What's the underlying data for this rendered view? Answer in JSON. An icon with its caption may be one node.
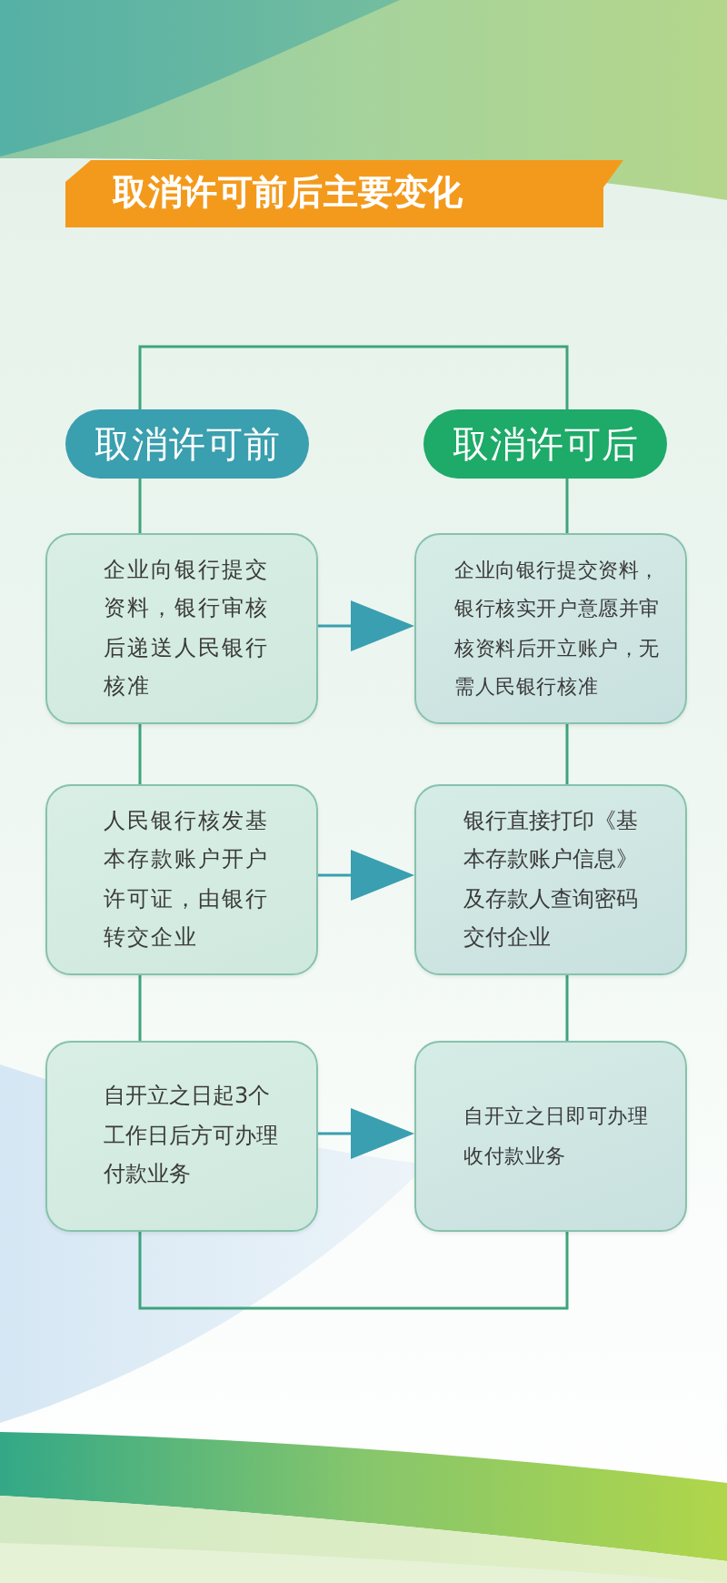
{
  "diagram": {
    "title": "取消许可前后主要变化",
    "nodes": [
      {
        "text": [
          "取消许可前"
        ]
      },
      {
        "text": [
          "取消许可后"
        ]
      },
      {
        "text": [
          "企业向银行提交资料，银行审核后递送人民银行核准"
        ]
      },
      {
        "text": [
          "企业向银行提交资料，银行核实开户意愿并审核资料后开立账户，无需人民银行核准"
        ]
      },
      {
        "text": [
          "人民银行核发基本存款账户开户许可证，由银行转交企业"
        ]
      },
      {
        "text": [
          "银行直接打印《基本存款账户信息》及存款人查询密码交付企业"
        ]
      },
      {
        "text": [
          "自开立之日起3个工作日后方可办理付款业务"
        ]
      },
      {
        "text": [
          "自开立之日即可办理收付款业务"
        ]
      }
    ],
    "edges": [
      {
        "from": 0,
        "to": 1,
        "arrow": "none"
      },
      {
        "from": 0,
        "to": 2,
        "arrow": "none"
      },
      {
        "from": 2,
        "to": 4,
        "arrow": "none"
      },
      {
        "from": 4,
        "to": 6,
        "arrow": "none"
      },
      {
        "from": 1,
        "to": 3,
        "arrow": "none"
      },
      {
        "from": 3,
        "to": 5,
        "arrow": "none"
      },
      {
        "from": 5,
        "to": 7,
        "arrow": "none"
      },
      {
        "from": 6,
        "to": 7,
        "arrow": "none"
      },
      {
        "from": 2,
        "to": 3,
        "arrow": "to",
        "color": "#3a9fb0"
      },
      {
        "from": 4,
        "to": 5,
        "arrow": "to",
        "color": "#3a9fb0"
      },
      {
        "from": 6,
        "to": 7,
        "arrow": "to",
        "color": "#3a9fb0"
      }
    ]
  }
}
